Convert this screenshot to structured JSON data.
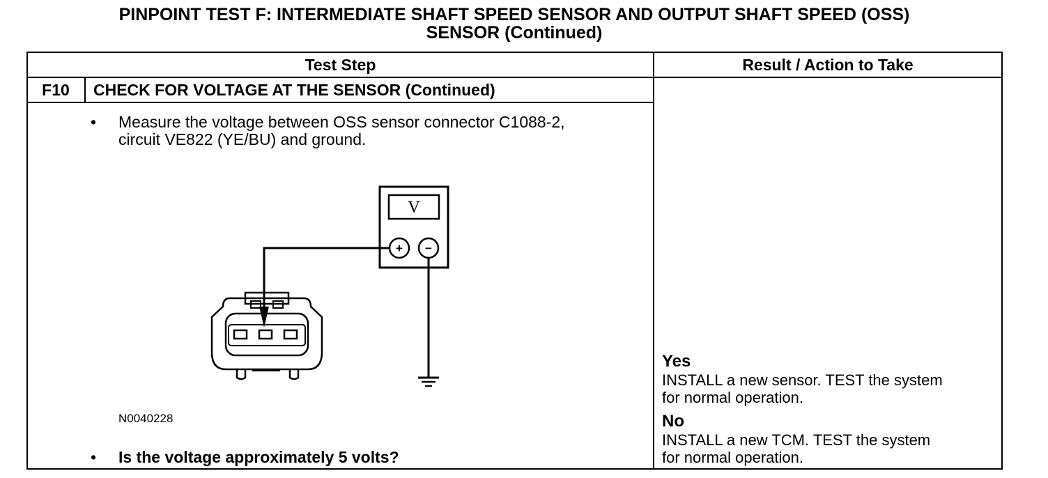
{
  "title": {
    "line1": "PINPOINT TEST  F: INTERMEDIATE SHAFT SPEED SENSOR AND OUTPUT SHAFT SPEED (OSS)",
    "line2": "SENSOR (Continued)"
  },
  "table": {
    "col_test_step": "Test Step",
    "col_result": "Result / Action to Take"
  },
  "step": {
    "id": "F10",
    "title": "CHECK FOR VOLTAGE AT THE SENSOR (Continued)",
    "bullet_char": "•",
    "instruction_line1": "Measure the voltage between OSS sensor connector C1088-2,",
    "instruction_line2": "circuit VE822 (YE/BU) and ground.",
    "figure_id": "N0040228",
    "question": "Is the voltage approximately 5 volts?"
  },
  "meter": {
    "display": "V",
    "plus": "+",
    "minus": "−"
  },
  "results": {
    "yes_label": "Yes",
    "yes_line1": "INSTALL a new sensor. TEST the system",
    "yes_line2": "for normal operation.",
    "no_label": "No",
    "no_line1": "INSTALL a new TCM. TEST the system",
    "no_line2": "for normal operation."
  }
}
